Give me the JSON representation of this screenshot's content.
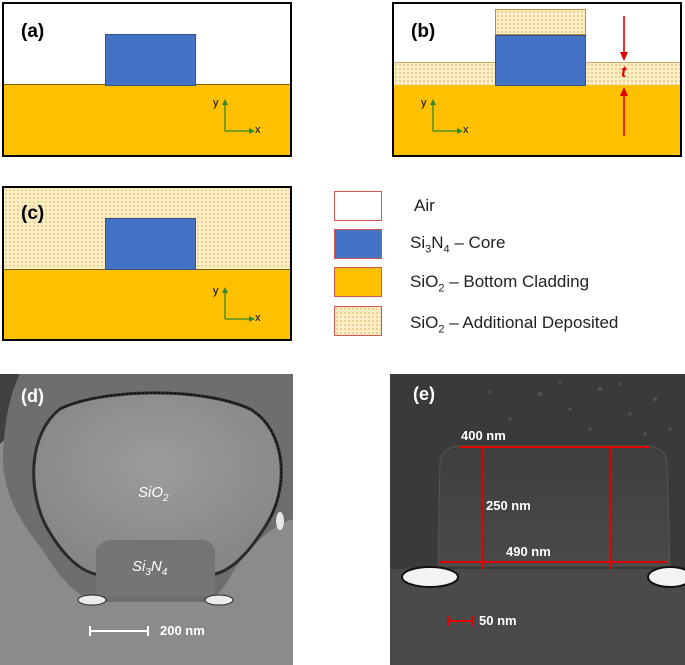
{
  "panels": {
    "a": {
      "label": "(a)"
    },
    "b": {
      "label": "(b)",
      "thickness_label": "t"
    },
    "c": {
      "label": "(c)"
    },
    "d": {
      "label": "(d)",
      "upper_material": "SiO",
      "upper_sub": "2",
      "core_material_pre": "Si",
      "core_sub1": "3",
      "core_material_mid": "N",
      "core_sub2": "4",
      "scale_bar": "200 nm"
    },
    "e": {
      "label": "(e)",
      "top_width": "400 nm",
      "height": "250 nm",
      "bottom_width": "490 nm",
      "scale_bar": "50 nm"
    }
  },
  "axes": {
    "y": "y",
    "x": "x"
  },
  "legend": {
    "air": {
      "text": "Air"
    },
    "core": {
      "pre": "Si",
      "sub1": "3",
      "mid": "N",
      "sub2": "4",
      "post": " – Core"
    },
    "bottom": {
      "pre": "SiO",
      "sub": "2",
      "post": " – Bottom Cladding"
    },
    "deposited": {
      "pre": "SiO",
      "sub": "2",
      "post": " – Additional Deposited"
    }
  },
  "colors": {
    "air": "#FFFFFF",
    "core": "#4472C4",
    "bottom_cladding": "#FFC000",
    "deposited": "#FCEDC3",
    "annotation_red": "#E00000"
  }
}
